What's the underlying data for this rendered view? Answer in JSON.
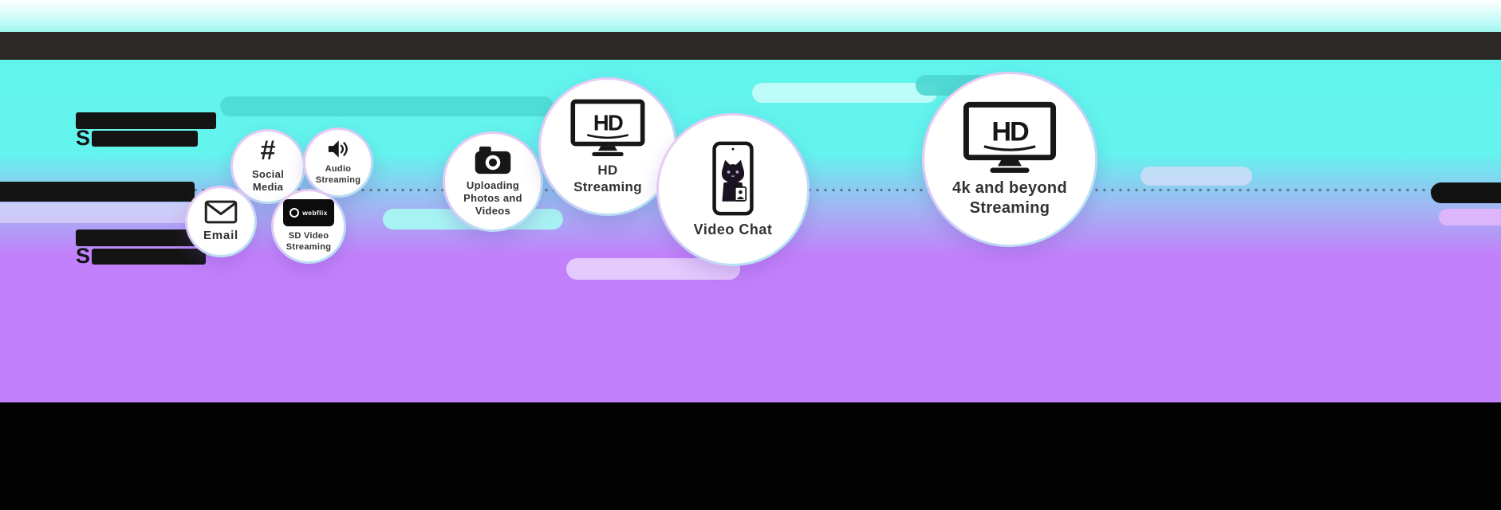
{
  "palette": {
    "cyan_bg": "#63F4EC",
    "purple_bg": "#C281FA",
    "top_dark_bar": "#2B2A27",
    "bottom_band": "#020202",
    "bubble_rim_pink": "#F6CDEE",
    "bubble_rim_cyan": "#A9ECF0",
    "label_text": "#333333",
    "icon_black": "#171717"
  },
  "redacted_text": {
    "line1_letter": "S",
    "line2_letter": "S"
  },
  "bubbles": [
    {
      "id": "email",
      "label": "Email",
      "icon": "envelope-icon"
    },
    {
      "id": "social-media",
      "label": "Social Media",
      "icon": "hashtag-icon",
      "glyph": "#"
    },
    {
      "id": "audio-streaming",
      "label": "Audio Streaming",
      "icon": "speaker-icon"
    },
    {
      "id": "sd-video-streaming",
      "label": "SD Video Streaming",
      "icon": "webflix-badge-icon",
      "badge": "webflix"
    },
    {
      "id": "uploading-photos-videos",
      "label": "Uploading Photos and Videos",
      "icon": "camera-icon"
    },
    {
      "id": "hd-streaming",
      "label": "HD Streaming",
      "icon": "tv-icon",
      "screen": "HD"
    },
    {
      "id": "video-chat",
      "label": "Video Chat",
      "icon": "phone-video-call-icon"
    },
    {
      "id": "4k-streaming",
      "label": "4k and beyond Streaming",
      "icon": "tv-icon",
      "screen": "HD"
    }
  ]
}
